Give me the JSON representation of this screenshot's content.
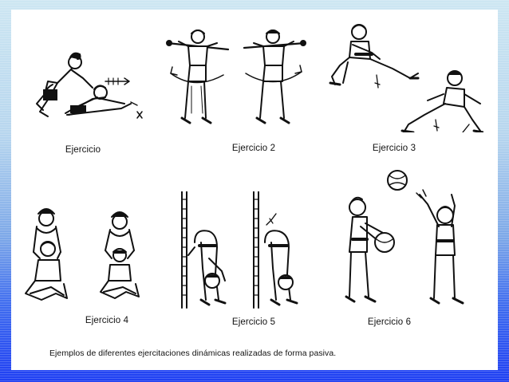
{
  "exercises": [
    {
      "label": "Ejercicio"
    },
    {
      "label": "Ejercicio 2"
    },
    {
      "label": "Ejercicio 3"
    },
    {
      "label": "Ejercicio 4"
    },
    {
      "label": "Ejercicio 5"
    },
    {
      "label": "Ejercicio 6"
    }
  ],
  "footnote": "Ejemplos de diferentes ejercitaciones dinámicas realizadas de forma pasiva.",
  "colors": {
    "ink": "#111111",
    "sheet": "#ffffff",
    "frame_top": "#cde6f2",
    "frame_bottom": "#1f3ff2"
  }
}
